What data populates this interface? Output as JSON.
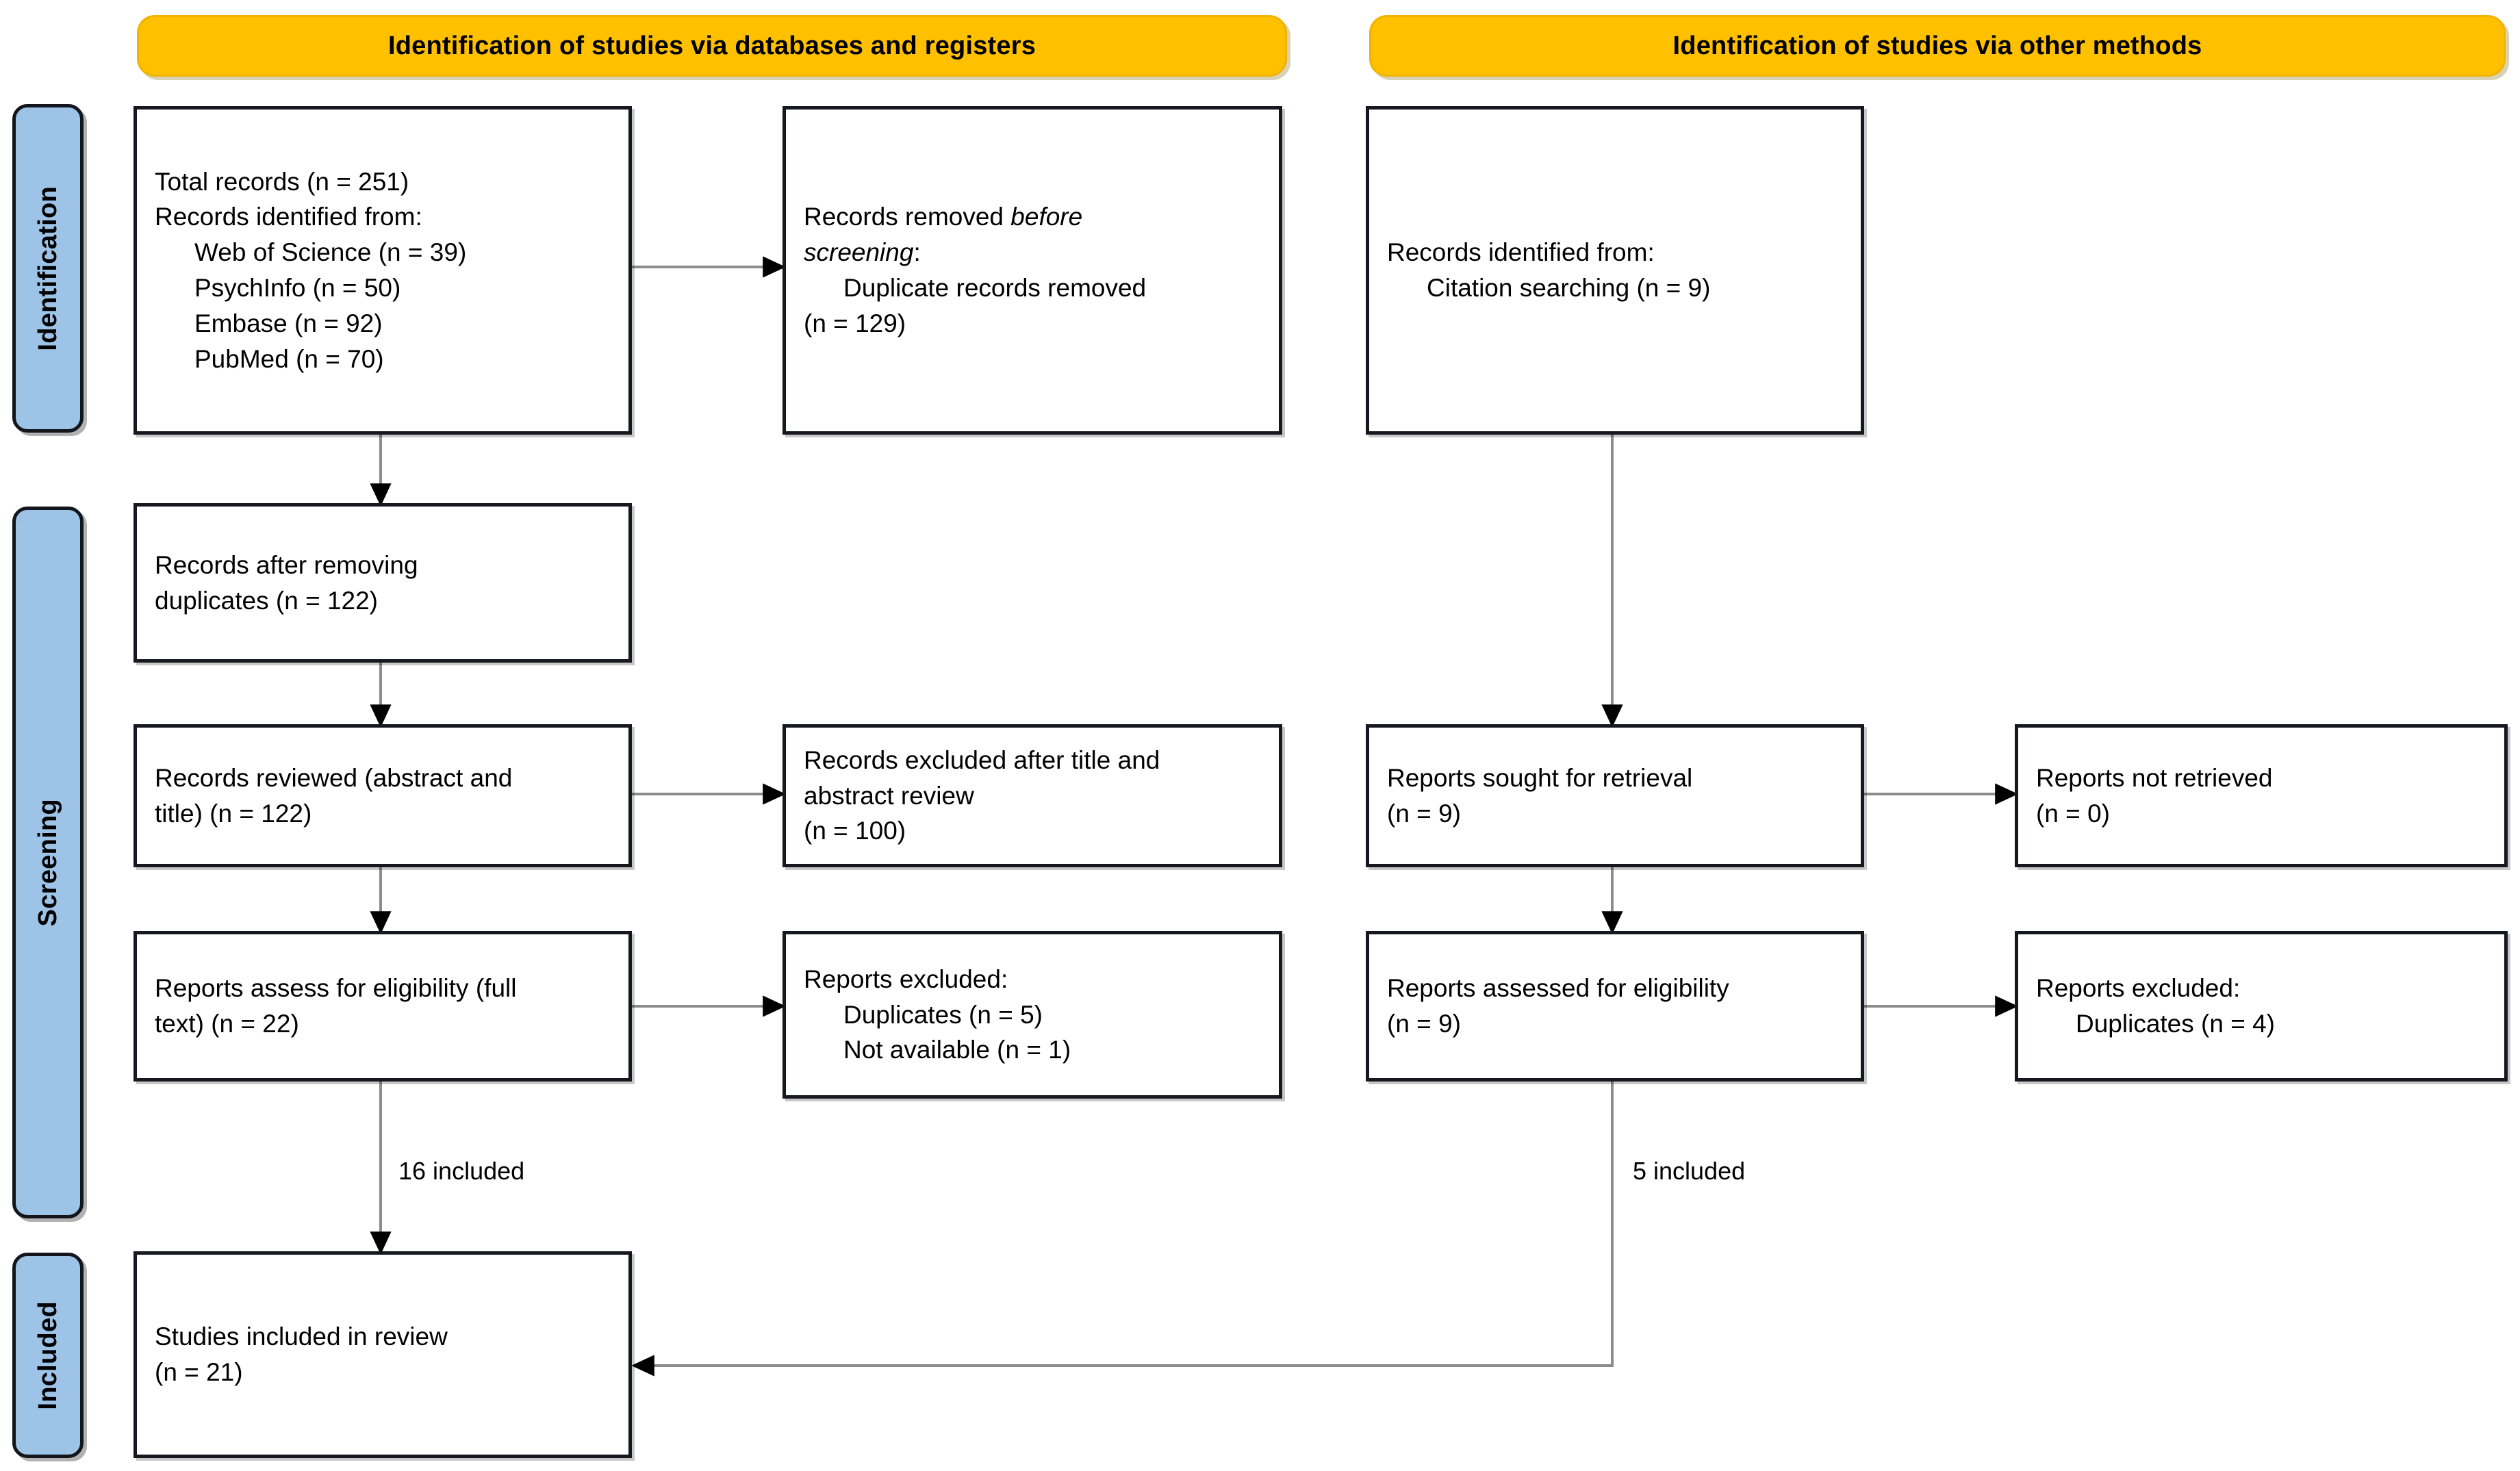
{
  "diagram": {
    "type": "prisma-flow-diagram",
    "accent_yellow": "#FFC000",
    "accent_blue": "#9DC3E6",
    "line_color": "#8c8c8c",
    "border_color": "#15191f"
  },
  "banners": {
    "left": "Identification of studies via databases and registers",
    "right": "Identification of studies via other methods"
  },
  "rails": [
    {
      "label": "Identification"
    },
    {
      "label": "Screening"
    },
    {
      "label": "Included"
    }
  ],
  "nodes": {
    "records_identified": {
      "lines": [
        "Total records (n = 251)",
        "Records identified from:",
        "Web of Science (n = 39)",
        "PsychInfo (n = 50)",
        "Embase (n = 92)",
        "PubMed (n = 70)"
      ]
    },
    "records_removed": {
      "line1_a": "Records removed ",
      "line1_em": "before",
      "line2_em": "screening",
      "line2_b": ":",
      "line3": "Duplicate records removed",
      "line4": "(n = 129)"
    },
    "records_after_dupes": {
      "lines": [
        "Records after removing",
        "duplicates (n = 122)"
      ]
    },
    "records_reviewed": {
      "lines": [
        "Records reviewed (abstract and",
        "title) (n = 122)"
      ]
    },
    "records_excluded": {
      "lines": [
        "Records excluded after title and",
        "abstract review",
        "(n = 100)"
      ]
    },
    "reports_assess": {
      "lines": [
        "Reports assess for eligibility (full",
        "text) (n = 22)"
      ]
    },
    "reports_excluded_left": {
      "lines": [
        "Reports excluded:",
        "Duplicates (n = 5)",
        "Not available (n = 1)"
      ]
    },
    "studies_included": {
      "lines": [
        "Studies included in review",
        "(n = 21)"
      ]
    },
    "other_identified": {
      "lines": [
        "Records identified from:",
        "Citation searching (n = 9)"
      ]
    },
    "reports_sought": {
      "lines": [
        "Reports sought for retrieval",
        "(n = 9)"
      ]
    },
    "reports_not_retrieved": {
      "lines": [
        "Reports not retrieved",
        "(n = 0)"
      ]
    },
    "reports_assessed_right": {
      "lines": [
        "Reports assessed for eligibility",
        "(n = 9)"
      ]
    },
    "reports_excluded_right": {
      "lines": [
        "Reports excluded:",
        "Duplicates (n = 4)"
      ]
    }
  },
  "edge_labels": {
    "left_included": "16 included",
    "right_included": "5 included"
  }
}
